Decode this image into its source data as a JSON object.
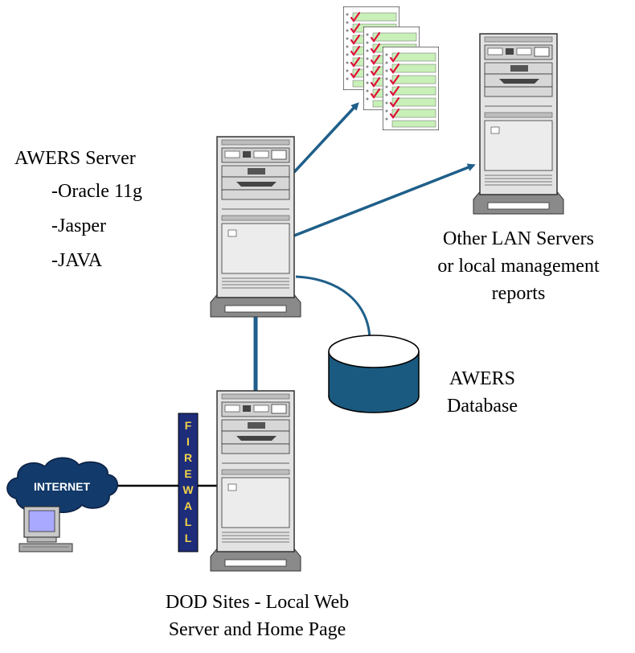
{
  "awers_server": {
    "title": "AWERS Server",
    "components": [
      "-Oracle 11g",
      "-Jasper",
      "-JAVA"
    ]
  },
  "other_servers": {
    "lines": [
      "Other LAN Servers",
      "or local management",
      "reports"
    ]
  },
  "database": {
    "lines": [
      "AWERS",
      "Database"
    ]
  },
  "dod_sites": {
    "lines": [
      "DOD Sites - Local Web",
      "Server and Home Page"
    ]
  },
  "internet": {
    "label": "INTERNET"
  },
  "firewall": {
    "letters": [
      "F",
      "I",
      "R",
      "E",
      "W",
      "A",
      "L",
      "L"
    ]
  },
  "colors": {
    "arrow": "#1f5f8a",
    "db_fill": "#1a5a80",
    "server_body": "#e0e0e0",
    "report_green": "#c8f0b8",
    "check_red": "#e0103a",
    "firewall_bg": "#1d2d7a",
    "firewall_text": "#f2d34a",
    "cloud": "#123a6b"
  }
}
